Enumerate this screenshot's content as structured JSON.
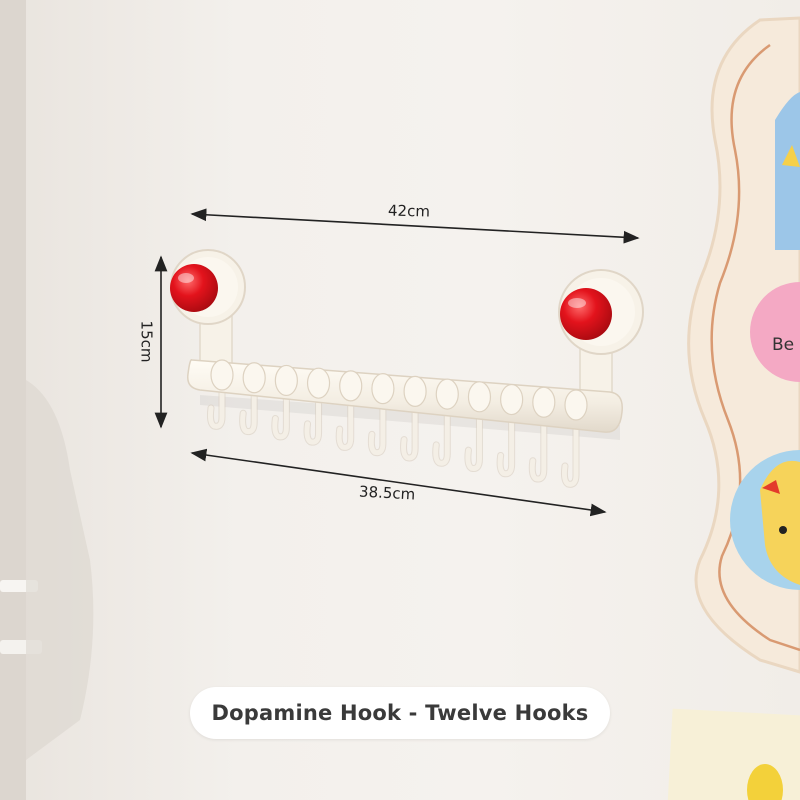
{
  "dimensions": {
    "top_width": "42cm",
    "bottom_width": "38.5cm",
    "height": "15cm"
  },
  "caption": "Dopamine Hook - Twelve Hooks",
  "decor_text": "Be",
  "hook_count": 12,
  "colors": {
    "wall": "#f3f0ec",
    "rack": "#f8f3ea",
    "knob": "#e0101a",
    "caption_bg": "#ffffff",
    "frame": "#f6eadb",
    "frame_line": "#d99a72"
  }
}
